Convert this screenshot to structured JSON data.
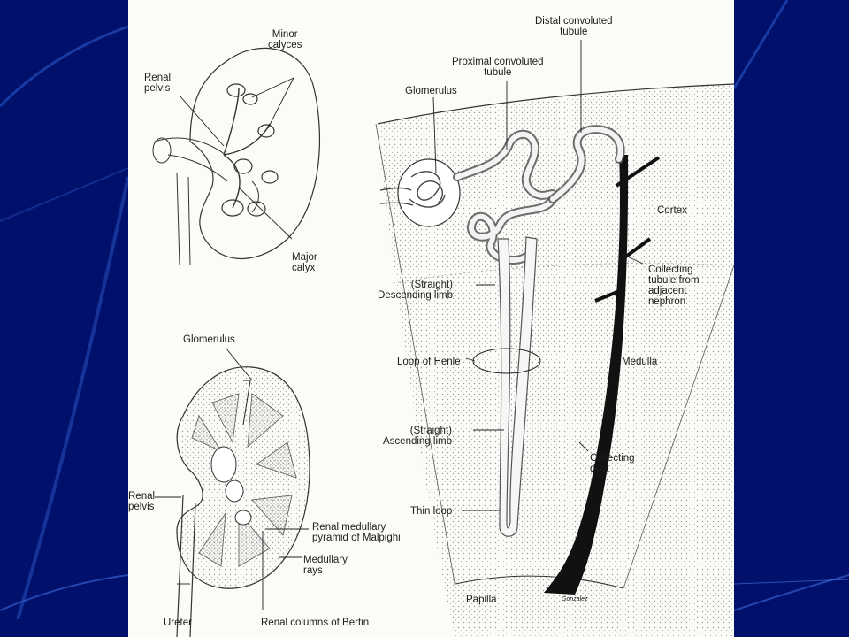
{
  "labels": {
    "minor_calyces": [
      "Minor",
      "calyces"
    ],
    "renal_pelvis_top": [
      "Renal",
      "pelvis"
    ],
    "major_calyx": [
      "Major",
      "calyx"
    ],
    "glomerulus_left": "Glomerulus",
    "renal_pelvis_bottom": [
      "Renal",
      "pelvis"
    ],
    "renal_medullary_pyramid": [
      "Renal medullary",
      "pyramid of Malpighi"
    ],
    "medullary_rays": [
      "Medullary",
      "rays"
    ],
    "ureter": "Ureter",
    "renal_columns": "Renal columns of Bertin",
    "distal_convoluted_tubule": [
      "Distal convoluted",
      "tubule"
    ],
    "proximal_convoluted_tubule": [
      "Proximal convoluted",
      "tubule"
    ],
    "glomerulus_right": "Glomerulus",
    "cortex": "Cortex",
    "collecting_tubule": [
      "Collecting",
      "tubule from",
      "adjacent",
      "nephron"
    ],
    "straight_descending": [
      "(Straight)",
      "Descending limb"
    ],
    "medulla": "Medulla",
    "loop_of_henle": "Loop of Henle",
    "straight_ascending": [
      "(Straight)",
      "Ascending limb"
    ],
    "collecting_duct": [
      "Collecting",
      "duct"
    ],
    "thin_loop": "Thin loop",
    "papilla": "Papilla",
    "signature": "Gonzalez"
  },
  "colors": {
    "background": "#00106b",
    "paper": "#fbfbf8",
    "ink": "#1c1c1c"
  }
}
